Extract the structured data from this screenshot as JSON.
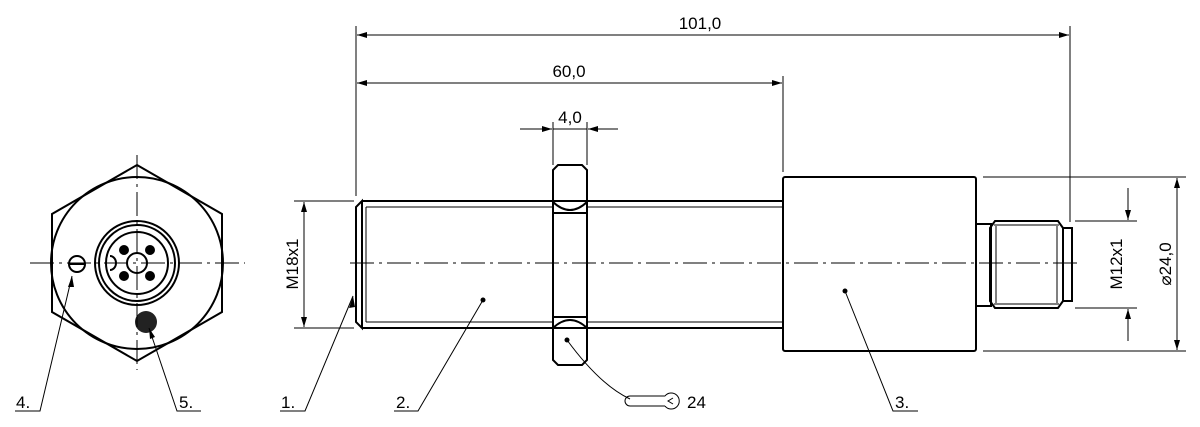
{
  "dimensions": {
    "overall_length": "101,0",
    "thread_length": "60,0",
    "nut_width": "4,0",
    "body_thread": "M18x1",
    "connector_thread": "M12x1",
    "housing_diameter": "⌀24,0"
  },
  "wrench": {
    "icon": "wrench-icon",
    "size": "24"
  },
  "callouts": [
    "1.",
    "2.",
    "3.",
    "4.",
    "5."
  ],
  "colors": {
    "line": "#000000",
    "background": "#ffffff"
  }
}
